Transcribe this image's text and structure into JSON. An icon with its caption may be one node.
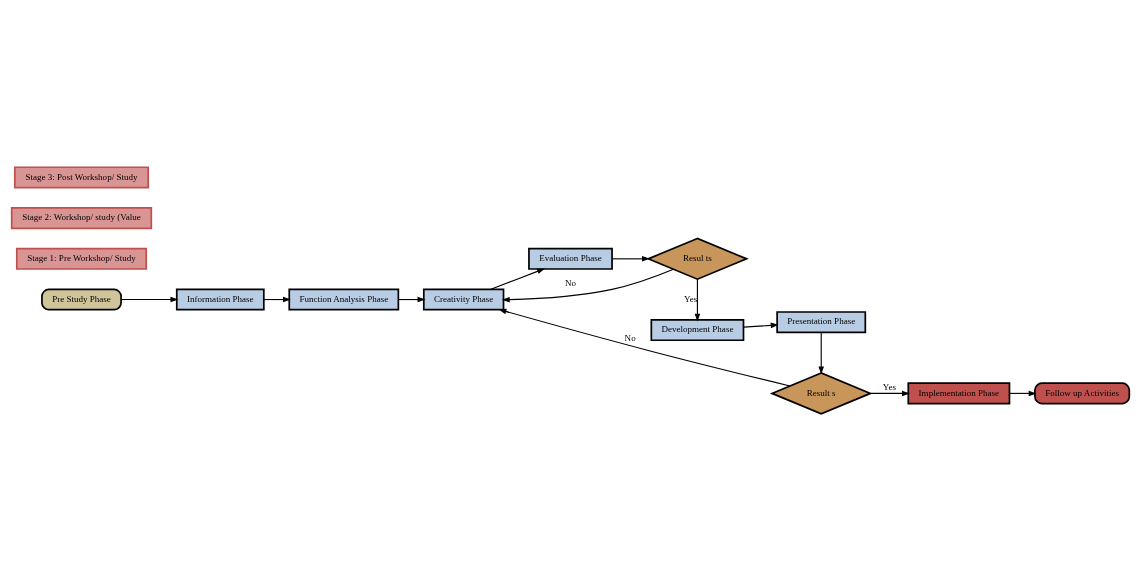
{
  "diagram": {
    "nodes": [
      {
        "text": [
          "Pre Study Phase"
        ]
      },
      {
        "text": [
          "Stage 1: Pre Workshop/ Study"
        ]
      },
      {
        "text": [
          "Stage 2: Workshop/ study (Value"
        ]
      },
      {
        "text": [
          "Information Phase"
        ]
      },
      {
        "text": [
          "Function Analysis Phase"
        ]
      },
      {
        "text": [
          "Creativity Phase"
        ]
      },
      {
        "text": [
          "Evaluation Phase"
        ]
      },
      {
        "text": [
          "Resul ts"
        ]
      },
      {
        "text": [
          "Development Phase"
        ]
      },
      {
        "text": [
          "Presentation Phase"
        ]
      },
      {
        "text": [
          "Stage 3: Post Workshop/ Study"
        ]
      },
      {
        "text": [
          "Result s"
        ]
      },
      {
        "text": [
          "Implementation Phase"
        ]
      },
      {
        "text": [
          "Follow up Activities"
        ]
      }
    ],
    "edges": [
      {
        "from": 0,
        "to": 3,
        "arrow": "to"
      },
      {
        "from": 3,
        "to": 4,
        "arrow": "to"
      },
      {
        "from": 4,
        "to": 5,
        "arrow": "to"
      },
      {
        "from": 5,
        "to": 6,
        "arrow": "to"
      },
      {
        "from": 6,
        "to": 7,
        "arrow": "to"
      },
      {
        "from": 7,
        "to": 5,
        "arrow": "to",
        "label": "No"
      },
      {
        "from": 7,
        "to": 8,
        "arrow": "to",
        "label": "Yes"
      },
      {
        "from": 8,
        "to": 9,
        "arrow": "to"
      },
      {
        "from": 9,
        "to": 11,
        "arrow": "to"
      },
      {
        "from": 11,
        "to": 5,
        "arrow": "to",
        "label": "No"
      },
      {
        "from": 11,
        "to": 12,
        "arrow": "to",
        "label": "Yes"
      },
      {
        "from": 12,
        "to": 13,
        "arrow": "to"
      }
    ]
  }
}
